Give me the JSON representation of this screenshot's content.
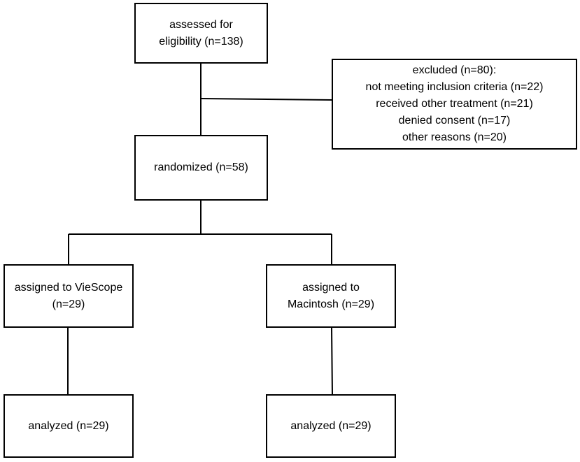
{
  "assessed": {
    "line1": "assessed for",
    "line2": "eligibility (n=138)"
  },
  "excluded": {
    "title": "excluded (n=80):",
    "reasons": [
      "not meeting inclusion criteria (n=22)",
      "received other treatment (n=21)",
      "denied consent (n=17)",
      "other reasons (n=20)"
    ]
  },
  "randomized": {
    "label": "randomized (n=58)"
  },
  "arm_viescope": {
    "line1": "assigned to VieScope",
    "line2": "(n=29)"
  },
  "arm_macintosh": {
    "line1": "assigned to",
    "line2": "Macintosh (n=29)"
  },
  "analyzed_viescope": {
    "label": "analyzed (n=29)"
  },
  "analyzed_macintosh": {
    "label": "analyzed (n=29)"
  }
}
